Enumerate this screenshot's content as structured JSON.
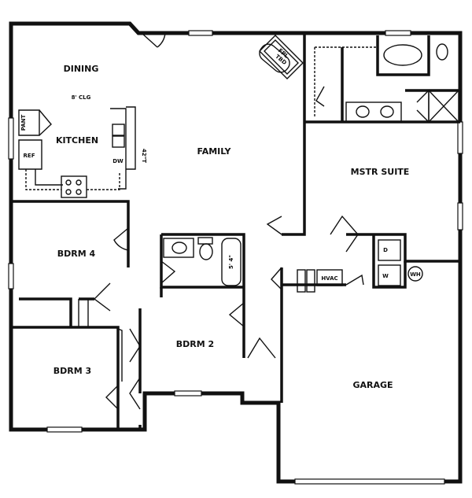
{
  "rooms": {
    "dining": "DINING",
    "ceiling": "8' CLG",
    "kitchen": "KITCHEN",
    "family": "FAMILY",
    "master": "MSTR SUITE",
    "bdrm4": "BDRM 4",
    "bdrm2": "BDRM 2",
    "bdrm3": "BDRM 3",
    "garage": "GARAGE"
  },
  "fixtures": {
    "pantry": "PANT",
    "ref": "REF",
    "dw": "DW",
    "counter": "42\"T",
    "fireplace_1": "FPL",
    "fireplace_2": "TBD",
    "tub": "5' 4\"",
    "hvac": "HVAC",
    "dryer": "D",
    "washer": "W",
    "water_heater": "WH"
  }
}
